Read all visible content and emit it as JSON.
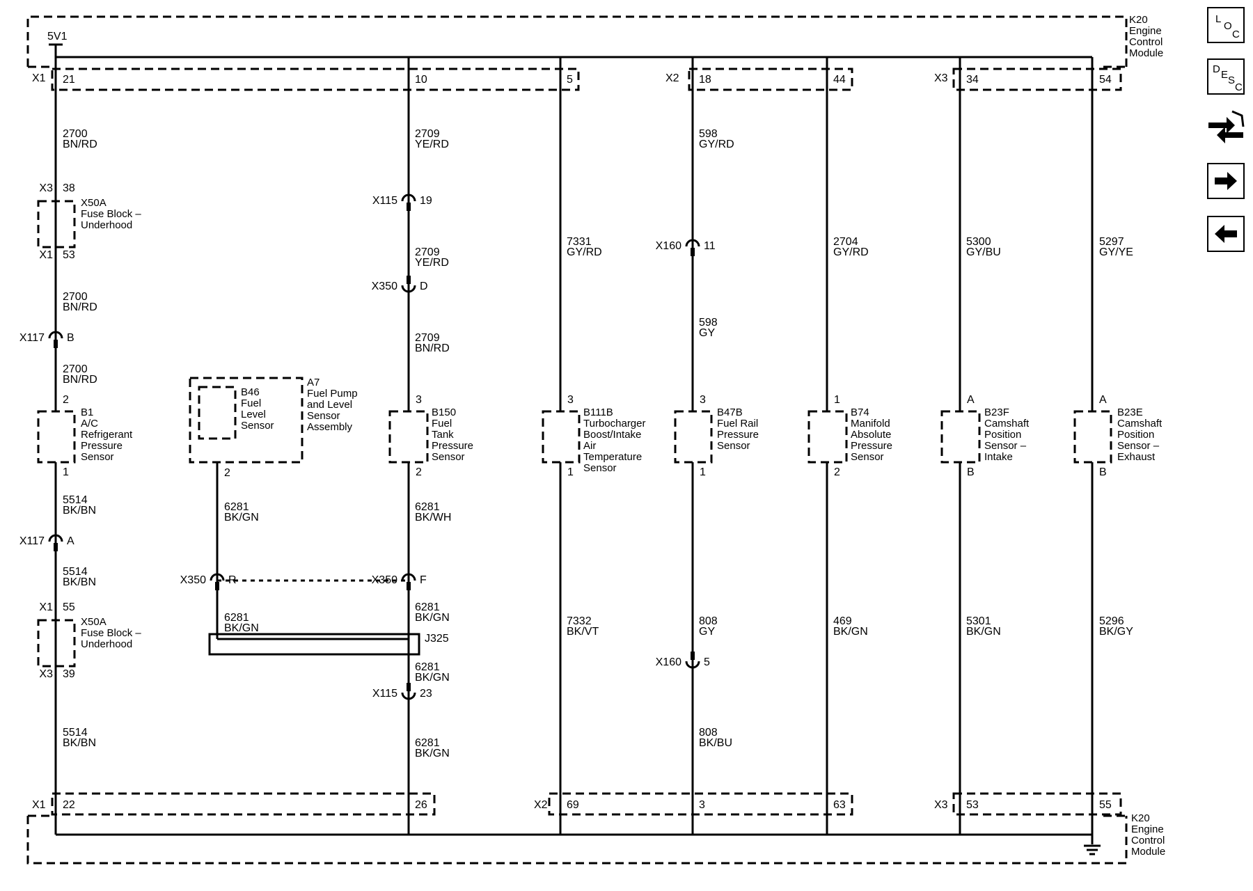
{
  "module": {
    "title_lines": [
      "K20",
      "Engine",
      "Control",
      "Module"
    ],
    "power_label": "5V1"
  },
  "top_connectors": [
    "X1",
    "X2",
    "X3"
  ],
  "bottom_connectors": [
    "X1",
    "X2",
    "X3"
  ],
  "top_pins": [
    "21",
    "10",
    "5",
    "18",
    "44",
    "34",
    "54"
  ],
  "bottom_pins": [
    "22",
    "26",
    "69",
    "3",
    "63",
    "53",
    "55"
  ],
  "wires": {
    "w1": [
      "2700",
      "BN/RD"
    ],
    "w2": [
      "2700",
      "BN/RD"
    ],
    "w3": [
      "2700",
      "BN/RD"
    ],
    "w4": [
      "5514",
      "BK/BN"
    ],
    "w5": [
      "5514",
      "BK/BN"
    ],
    "w6": [
      "5514",
      "BK/BN"
    ],
    "w7": [
      "6281",
      "BK/GN"
    ],
    "w8": [
      "6281",
      "BK/GN"
    ],
    "w9": [
      "2709",
      "YE/RD"
    ],
    "w10": [
      "2709",
      "YE/RD"
    ],
    "w11": [
      "2709",
      "BN/RD"
    ],
    "w12": [
      "6281",
      "BK/WH"
    ],
    "w13": [
      "6281",
      "BK/GN"
    ],
    "w14": [
      "6281",
      "BK/GN"
    ],
    "w15": [
      "6281",
      "BK/GN"
    ],
    "w16": [
      "7331",
      "GY/RD"
    ],
    "w17": [
      "7332",
      "BK/VT"
    ],
    "w18": [
      "598",
      "GY/RD"
    ],
    "w19": [
      "598",
      "GY"
    ],
    "w20": [
      "808",
      "GY"
    ],
    "w21": [
      "808",
      "BK/BU"
    ],
    "w22": [
      "2704",
      "GY/RD"
    ],
    "w23": [
      "469",
      "BK/GN"
    ],
    "w24": [
      "5300",
      "GY/BU"
    ],
    "w25": [
      "5301",
      "BK/GN"
    ],
    "w26": [
      "5297",
      "GY/YE"
    ],
    "w27": [
      "5296",
      "BK/GY"
    ]
  },
  "inline_connectors": {
    "x117a": [
      "X117",
      "B"
    ],
    "x117b": [
      "X117",
      "A"
    ],
    "x115a": [
      "X115",
      "19"
    ],
    "x350a": [
      "X350",
      "D"
    ],
    "x350b": [
      "X350",
      "F"
    ],
    "x350c": [
      "X350",
      "R"
    ],
    "x115b": [
      "X115",
      "23"
    ],
    "x160a": [
      "X160",
      "11"
    ],
    "x160b": [
      "X160",
      "5"
    ]
  },
  "fuse_blocks": {
    "f1": {
      "top": [
        "X3",
        "38"
      ],
      "bottom": [
        "X1",
        "53"
      ],
      "name": [
        "X50A",
        "Fuse Block –",
        "Underhood"
      ]
    },
    "f2": {
      "top": [
        "X1",
        "55"
      ],
      "bottom": [
        "X3",
        "39"
      ],
      "name": [
        "X50A",
        "Fuse Block –",
        "Underhood"
      ]
    }
  },
  "splice": {
    "label": "J325"
  },
  "assembly": {
    "name": [
      "A7",
      "Fuel Pump",
      "and Level",
      "Sensor",
      "Assembly"
    ]
  },
  "components": {
    "b1": {
      "pin_top": "2",
      "pin_bottom": "1",
      "name": [
        "B1",
        "A/C",
        "Refrigerant",
        "Pressure",
        "Sensor"
      ]
    },
    "b46": {
      "pin_bottom": "2",
      "name": [
        "B46",
        "Fuel",
        "Level",
        "Sensor"
      ]
    },
    "b150": {
      "pin_top": "3",
      "pin_bottom": "2",
      "name": [
        "B150",
        "Fuel",
        "Tank",
        "Pressure",
        "Sensor"
      ]
    },
    "b111b": {
      "pin_top": "3",
      "pin_bottom": "1",
      "name": [
        "B111B",
        "Turbocharger",
        "Boost/Intake",
        "Air",
        "Temperature",
        "Sensor"
      ]
    },
    "b47b": {
      "pin_top": "3",
      "pin_bottom": "1",
      "name": [
        "B47B",
        "Fuel Rail",
        "Pressure",
        "Sensor"
      ]
    },
    "b74": {
      "pin_top": "1",
      "pin_bottom": "2",
      "name": [
        "B74",
        "Manifold",
        "Absolute",
        "Pressure",
        "Sensor"
      ]
    },
    "b23f": {
      "pin_top": "A",
      "pin_bottom": "B",
      "name": [
        "B23F",
        "Camshaft",
        "Position",
        "Sensor –",
        "Intake"
      ]
    },
    "b23e": {
      "pin_top": "A",
      "pin_bottom": "B",
      "name": [
        "B23E",
        "Camshaft",
        "Position",
        "Sensor –",
        "Exhaust"
      ]
    }
  },
  "sidebar": {
    "loc": [
      "L",
      "O",
      "C"
    ],
    "desc": [
      "D",
      "E",
      "S",
      "C"
    ],
    "icons": [
      "connector-icon",
      "arrow-right-icon",
      "arrow-left-icon"
    ]
  }
}
